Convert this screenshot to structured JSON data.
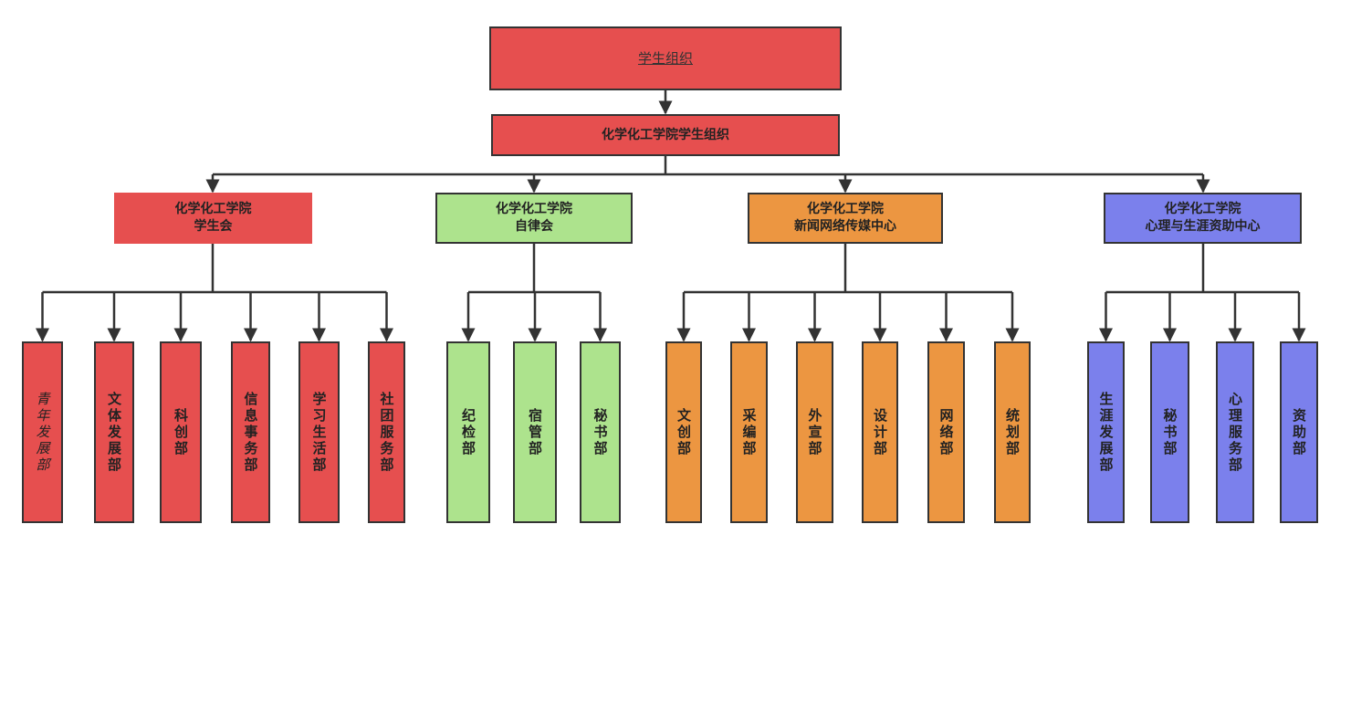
{
  "colors": {
    "red": "#e64f4f",
    "green": "#ade38d",
    "orange": "#ec9641",
    "blue": "#7b80ec",
    "line": "#333333",
    "background": "#ffffff"
  },
  "root": {
    "label": "学生组织",
    "color": "red"
  },
  "college": {
    "label": "化学化工学院学生组织",
    "color": "red"
  },
  "branches": [
    {
      "id": "student-union",
      "label": "化学化工学院\n学生会",
      "color": "red",
      "departments": [
        {
          "label": "青年发展部",
          "style": "italic"
        },
        {
          "label": "文体发展部"
        },
        {
          "label": "科创部"
        },
        {
          "label": "信息事务部"
        },
        {
          "label": "学习生活部"
        },
        {
          "label": "社团服务部"
        }
      ]
    },
    {
      "id": "self-discipline",
      "label": "化学化工学院\n自律会",
      "color": "green",
      "departments": [
        {
          "label": "纪检部"
        },
        {
          "label": "宿管部"
        },
        {
          "label": "秘书部"
        }
      ]
    },
    {
      "id": "news-media",
      "label": "化学化工学院\n新闻网络传媒中心",
      "color": "orange",
      "departments": [
        {
          "label": "文创部"
        },
        {
          "label": "采编部"
        },
        {
          "label": "外宣部"
        },
        {
          "label": "设计部"
        },
        {
          "label": "网络部"
        },
        {
          "label": "统划部"
        }
      ]
    },
    {
      "id": "psych-career",
      "label": "化学化工学院\n心理与生涯资助中心",
      "color": "blue",
      "departments": [
        {
          "label": "生涯发展部"
        },
        {
          "label": "秘书部"
        },
        {
          "label": "心理服务部"
        },
        {
          "label": "资助部"
        }
      ]
    }
  ]
}
